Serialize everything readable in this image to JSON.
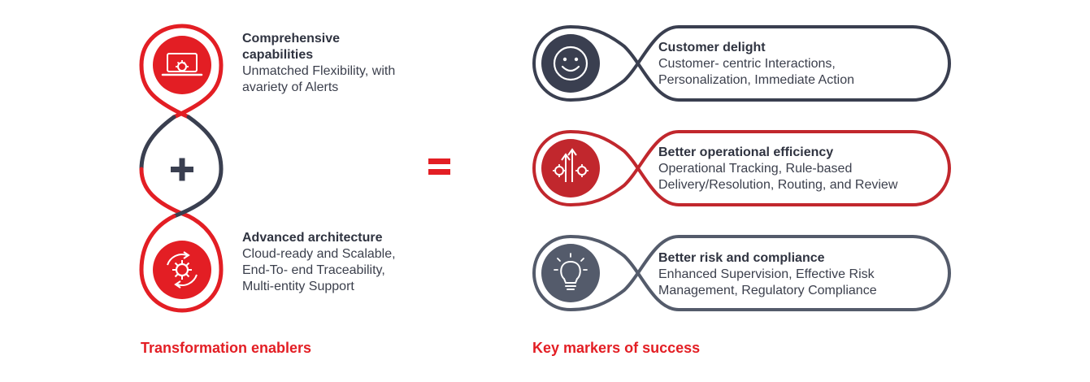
{
  "colors": {
    "red": "#e31e24",
    "dark_red": "#c1272d",
    "navy": "#3a3f50",
    "slate": "#545b6b"
  },
  "enablers": {
    "item1": {
      "title": "Comprehensive capabilities",
      "desc": "Unmatched Flexibility, with avariety of Alerts",
      "icon": "laptop-gear-icon"
    },
    "operator": "+",
    "item2": {
      "title": "Advanced architecture",
      "desc": "Cloud-ready and Scalable, End-To- end Traceability, Multi-entity Support",
      "icon": "cycle-gear-icon"
    },
    "label": "Transformation enablers"
  },
  "equals": "=",
  "markers": {
    "item1": {
      "title": "Customer delight",
      "desc": "Customer- centric Interactions, Personalization, Immediate Action",
      "icon": "smiley-icon"
    },
    "item2": {
      "title": "Better operational efficiency",
      "desc": "Operational Tracking, Rule-based Delivery/Resolution, Routing, and Review",
      "icon": "arrows-gears-icon"
    },
    "item3": {
      "title": "Better risk and compliance",
      "desc": "Enhanced Supervision, Effective Risk Management, Regulatory Compliance",
      "icon": "lightbulb-icon"
    },
    "label": "Key markers of success"
  }
}
